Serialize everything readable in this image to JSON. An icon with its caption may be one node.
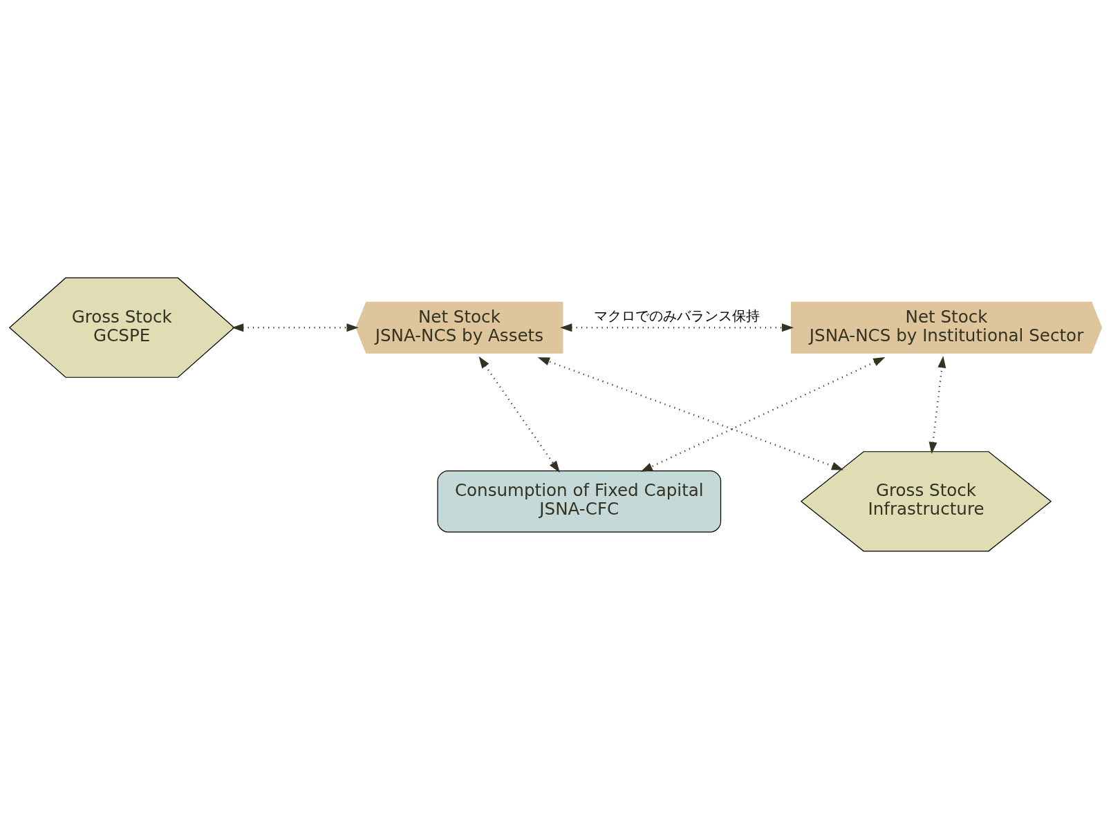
{
  "diagram": {
    "nodes": [
      {
        "text": [
          "Gross Stock",
          "GCSPE"
        ]
      },
      {
        "text": [
          "Net Stock",
          "JSNA-NCS by Assets"
        ]
      },
      {
        "text": [
          "Net Stock",
          "JSNA-NCS by Institutional Sector"
        ]
      },
      {
        "text": [
          "Gross Stock",
          "Infrastructure"
        ]
      },
      {
        "text": [
          "Consumption of Fixed Capital",
          "JSNA-CFC"
        ]
      }
    ],
    "edges": [
      {
        "from": 1,
        "to": 2,
        "arrow": "both",
        "style": "dashed",
        "label": "マクロでのみバランス保持"
      },
      {
        "from": 0,
        "to": 1,
        "arrow": "both",
        "style": "dashed"
      },
      {
        "from": 3,
        "to": 2,
        "arrow": "both",
        "style": "dashed"
      },
      {
        "from": 3,
        "to": 1,
        "arrow": "both",
        "style": "dashed"
      },
      {
        "from": 1,
        "to": 4,
        "arrow": "both",
        "style": "dashed"
      },
      {
        "from": 2,
        "to": 4,
        "arrow": "both",
        "style": "dashed"
      }
    ]
  }
}
